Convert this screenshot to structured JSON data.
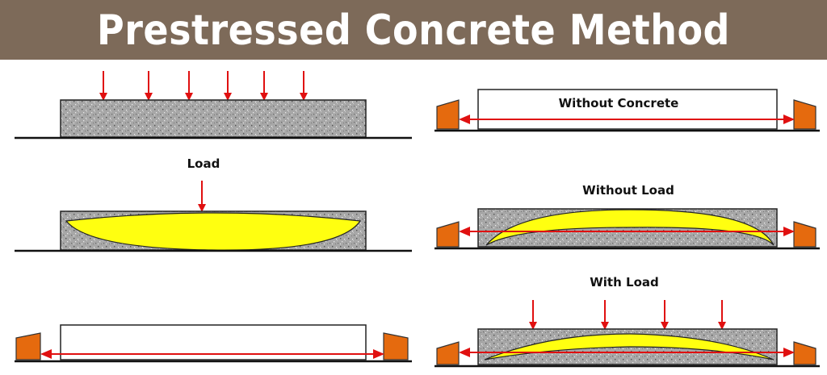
{
  "title": "Prestressed Concrete Method",
  "labels": {
    "load": "Load",
    "without_concrete": "Without Concrete",
    "without_load": "Without Load",
    "with_load": "With Load"
  },
  "colors": {
    "banner": "#7d6a59",
    "concrete": "#a7a7a7",
    "tendon_arrow": "#e01010",
    "deflection": "#ffff10",
    "anchor": "#e56a0e"
  }
}
